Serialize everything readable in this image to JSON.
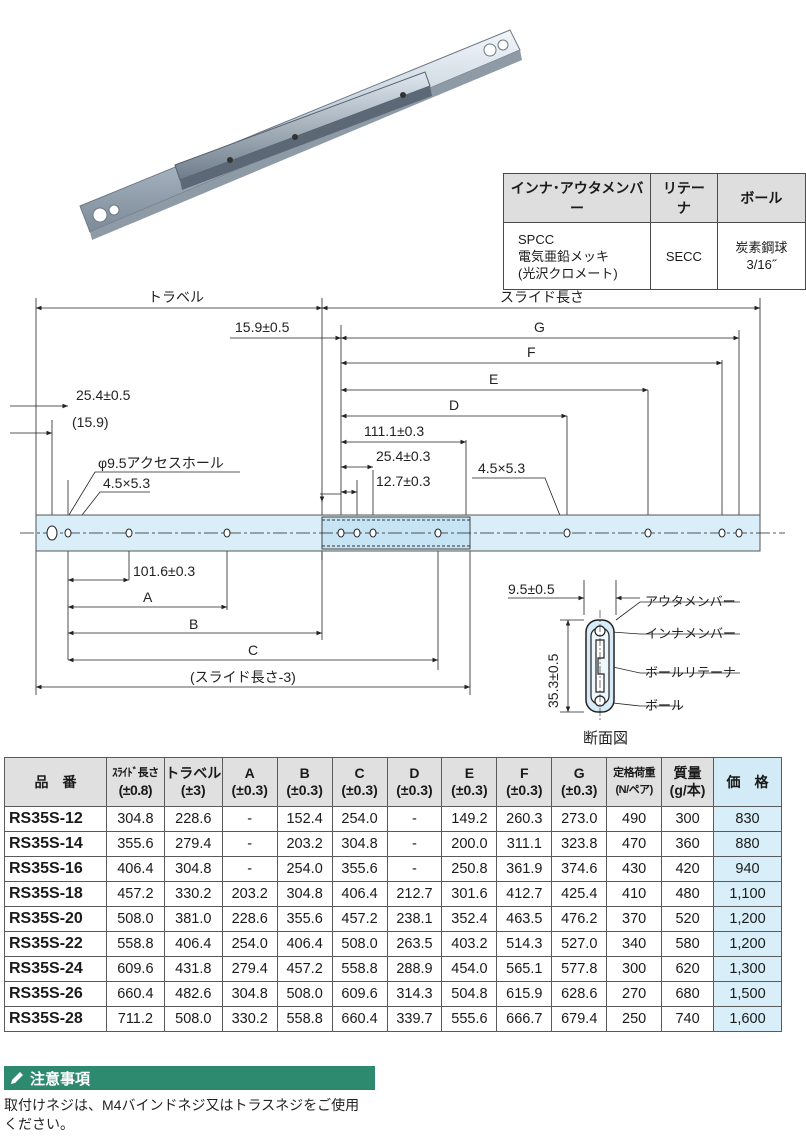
{
  "materials": {
    "headers": [
      "インナ･アウタメンバー",
      "リテーナ",
      "ボール"
    ],
    "row": {
      "member": [
        "SPCC",
        "電気亜鉛メッキ",
        "(光沢クロメート)"
      ],
      "retainer": "SECC",
      "ball": "炭素鋼球3/16˝"
    }
  },
  "drawing": {
    "travel": "トラベル",
    "slide_length": "スライド長さ",
    "dim_15_9": "15.9±0.5",
    "G": "G",
    "F": "F",
    "E": "E",
    "D": "D",
    "dim_25_4_left": "25.4±0.5",
    "dim_15_9_paren": "(15.9)",
    "dim_111_1": "111.1±0.3",
    "dim_25_4_mid": "25.4±0.3",
    "dim_12_7": "12.7±0.3",
    "access_hole": "φ9.5アクセスホール",
    "slot_left": "4.5×5.3",
    "slot_right": "4.5×5.3",
    "dim_101_6": "101.6±0.3",
    "A": "A",
    "B": "B",
    "C": "C",
    "slide_minus_3": "(スライド長さ-3)"
  },
  "cross_section": {
    "width_dim": "9.5±0.5",
    "height_dim": "35.3±0.5",
    "outer_member": "アウタメンバー",
    "inner_member": "インナメンバー",
    "ball_retainer": "ボールリテーナ",
    "ball": "ボール",
    "title": "断面図"
  },
  "specs": {
    "headers": [
      [
        "品　番",
        ""
      ],
      [
        "ｽﾗｲﾄﾞ長さ",
        "(±0.8)"
      ],
      [
        "トラベル",
        "(±3)"
      ],
      [
        "A",
        "(±0.3)"
      ],
      [
        "B",
        "(±0.3)"
      ],
      [
        "C",
        "(±0.3)"
      ],
      [
        "D",
        "(±0.3)"
      ],
      [
        "E",
        "(±0.3)"
      ],
      [
        "F",
        "(±0.3)"
      ],
      [
        "G",
        "(±0.3)"
      ],
      [
        "定格荷重",
        "(N/ペア)"
      ],
      [
        "質量",
        "(g/本)"
      ],
      [
        "価　格",
        ""
      ]
    ],
    "rows": [
      [
        "RS35S-12",
        "304.8",
        "228.6",
        "-",
        "152.4",
        "254.0",
        "-",
        "149.2",
        "260.3",
        "273.0",
        "490",
        "300",
        "830"
      ],
      [
        "RS35S-14",
        "355.6",
        "279.4",
        "-",
        "203.2",
        "304.8",
        "-",
        "200.0",
        "311.1",
        "323.8",
        "470",
        "360",
        "880"
      ],
      [
        "RS35S-16",
        "406.4",
        "304.8",
        "-",
        "254.0",
        "355.6",
        "-",
        "250.8",
        "361.9",
        "374.6",
        "430",
        "420",
        "940"
      ],
      [
        "RS35S-18",
        "457.2",
        "330.2",
        "203.2",
        "304.8",
        "406.4",
        "212.7",
        "301.6",
        "412.7",
        "425.4",
        "410",
        "480",
        "1,100"
      ],
      [
        "RS35S-20",
        "508.0",
        "381.0",
        "228.6",
        "355.6",
        "457.2",
        "238.1",
        "352.4",
        "463.5",
        "476.2",
        "370",
        "520",
        "1,200"
      ],
      [
        "RS35S-22",
        "558.8",
        "406.4",
        "254.0",
        "406.4",
        "508.0",
        "263.5",
        "403.2",
        "514.3",
        "527.0",
        "340",
        "580",
        "1,200"
      ],
      [
        "RS35S-24",
        "609.6",
        "431.8",
        "279.4",
        "457.2",
        "558.8",
        "288.9",
        "454.0",
        "565.1",
        "577.8",
        "300",
        "620",
        "1,300"
      ],
      [
        "RS35S-26",
        "660.4",
        "482.6",
        "304.8",
        "508.0",
        "609.6",
        "314.3",
        "504.8",
        "615.9",
        "628.6",
        "270",
        "680",
        "1,500"
      ],
      [
        "RS35S-28",
        "711.2",
        "508.0",
        "330.2",
        "558.8",
        "660.4",
        "339.7",
        "555.6",
        "666.7",
        "679.4",
        "250",
        "740",
        "1,600"
      ]
    ]
  },
  "notice": {
    "title": "注意事項",
    "lines": [
      "取付けネジは、M4バインドネジ又はトラスネジをご使用",
      "ください。"
    ]
  }
}
